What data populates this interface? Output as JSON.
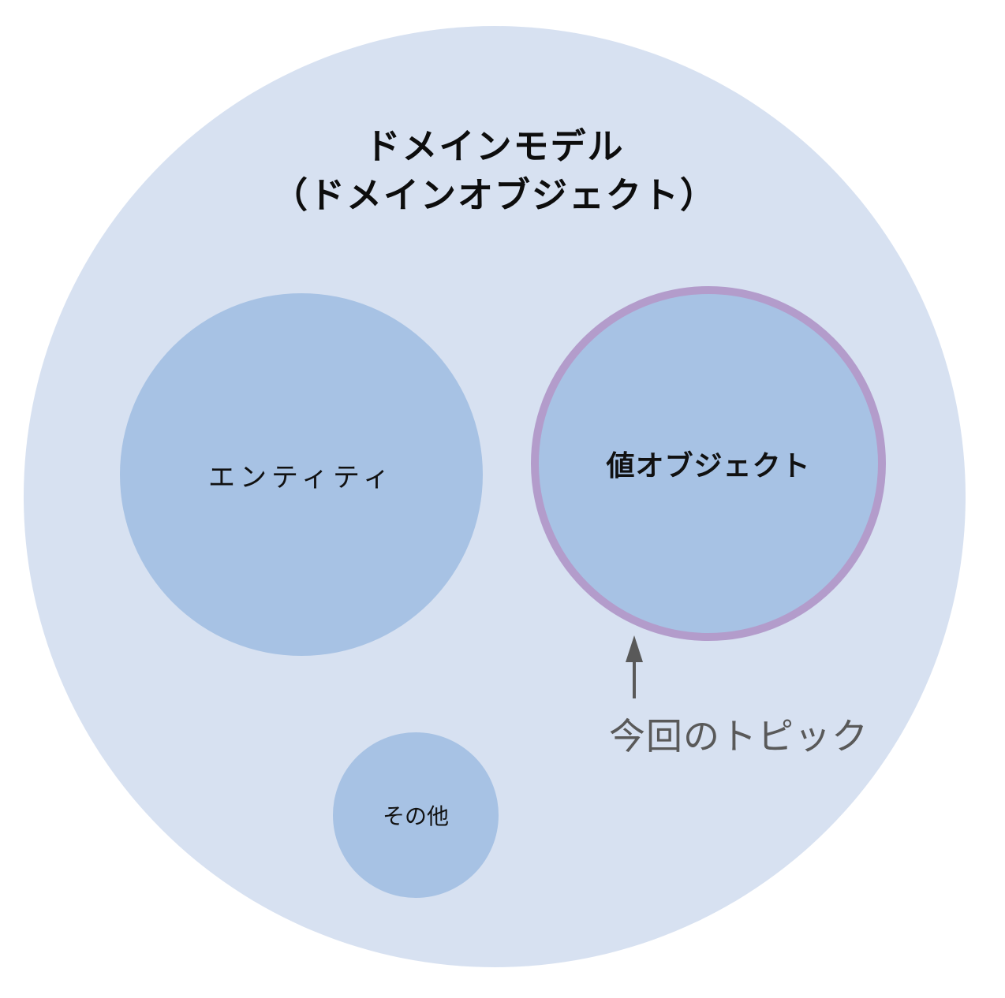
{
  "title": {
    "line1": "ドメインモデル",
    "line2": "（ドメインオブジェクト）"
  },
  "circles": [
    {
      "id": "entity",
      "label": "エンティティ",
      "highlighted": false
    },
    {
      "id": "value-object",
      "label": "値オブジェクト",
      "highlighted": true
    },
    {
      "id": "other",
      "label": "その他",
      "highlighted": false
    }
  ],
  "annotation": {
    "label": "今回のトピック",
    "arrow_direction": "up"
  },
  "colors": {
    "outer_fill": "#d7e1f1",
    "inner_fill": "#a7c2e4",
    "highlight_ring": "#b39ccb",
    "annotation_gray": "#595959",
    "title_text": "#0d0d0d"
  }
}
